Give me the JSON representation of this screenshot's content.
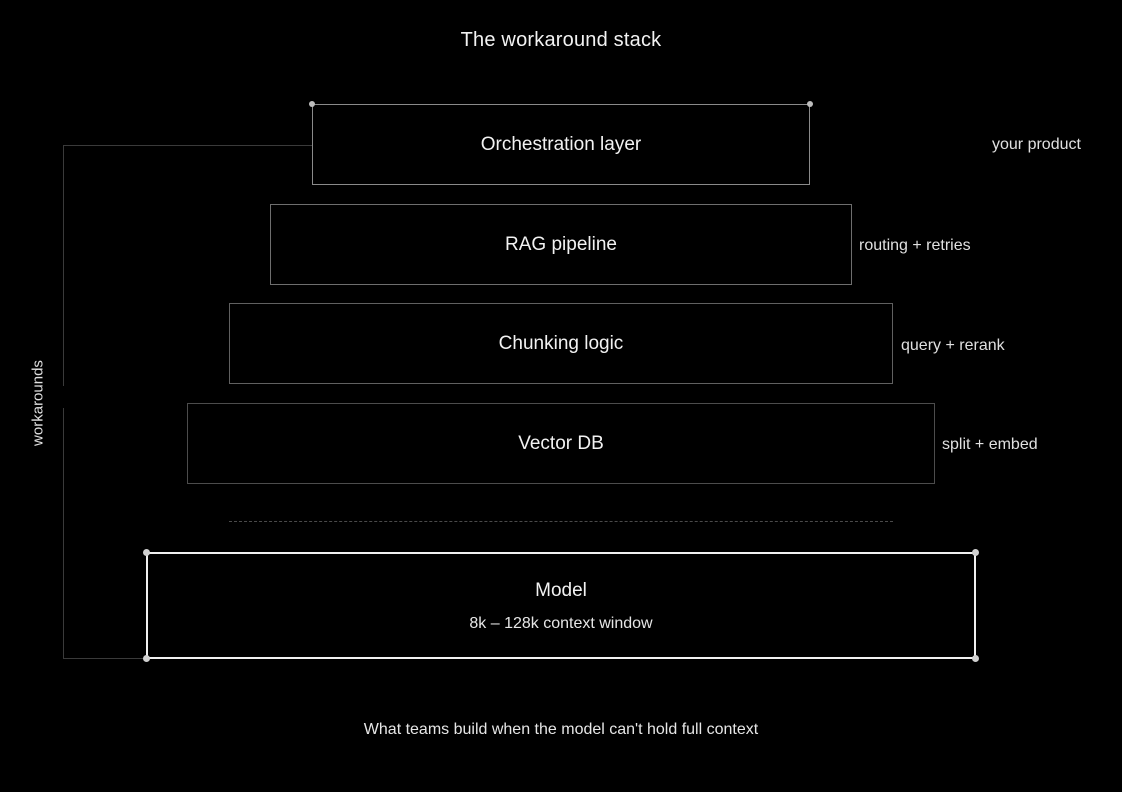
{
  "title": "The workaround stack",
  "caption": "What teams build when the model can't hold full context",
  "stack": {
    "orchestration": "Orchestration layer",
    "rag": "RAG pipeline",
    "chunking": "Chunking logic",
    "vector_db": "Vector DB"
  },
  "model": {
    "label": "Model",
    "context": "8k – 128k context window"
  },
  "notes": {
    "product": "your product",
    "routing": "routing + retries",
    "query": "query + rerank",
    "split": "split + embed"
  },
  "bracket_label": "workarounds"
}
